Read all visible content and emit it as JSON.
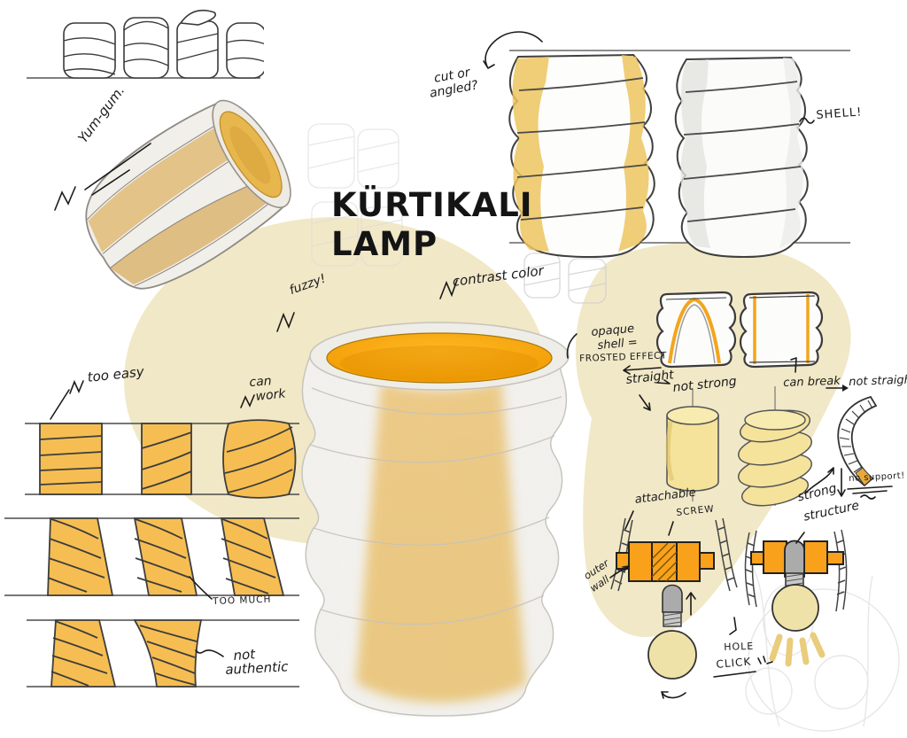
{
  "page": {
    "background": "#FFFFFF"
  },
  "title": {
    "line1": "KÜRTIKALI",
    "line2": "LAMP"
  },
  "colors": {
    "accent_orange": "#F59E00",
    "bracket_orange": "#F9A11B",
    "golden_band": "#EDC45F",
    "swatch_gold": "#F6BE52",
    "pale_blob": "#F1E8C7",
    "bulb_yellow": "#EFE2A9",
    "cylinder_yellow": "#F5E39B",
    "ink": "#1B1B1B"
  },
  "annotations": {
    "yum_gum": "Yum-gum.",
    "cut_or": "cut or",
    "angled": "angled?",
    "shell": "SHELL!",
    "fuzzy": "fuzzy!",
    "contrast_color": "contrast color",
    "opaque_line1": "opaque",
    "opaque_line2": "shell =",
    "frosted_effect": "FROSTED EFFECT",
    "straight": "straight",
    "not_strong": "not strong",
    "can_break": "can break",
    "not_straight": "not straight",
    "no_support": "no support!",
    "strong": "strong",
    "structure": "structure",
    "too_easy": "too easy",
    "can": "can",
    "work": "work",
    "too_much": "TOO MUCH",
    "not": "not",
    "authentic": "authentic",
    "attachable": "attachable",
    "screw": "SCREW",
    "outer": "outer",
    "wall": "wall",
    "hole": "HOLE",
    "click": "CLICK"
  }
}
